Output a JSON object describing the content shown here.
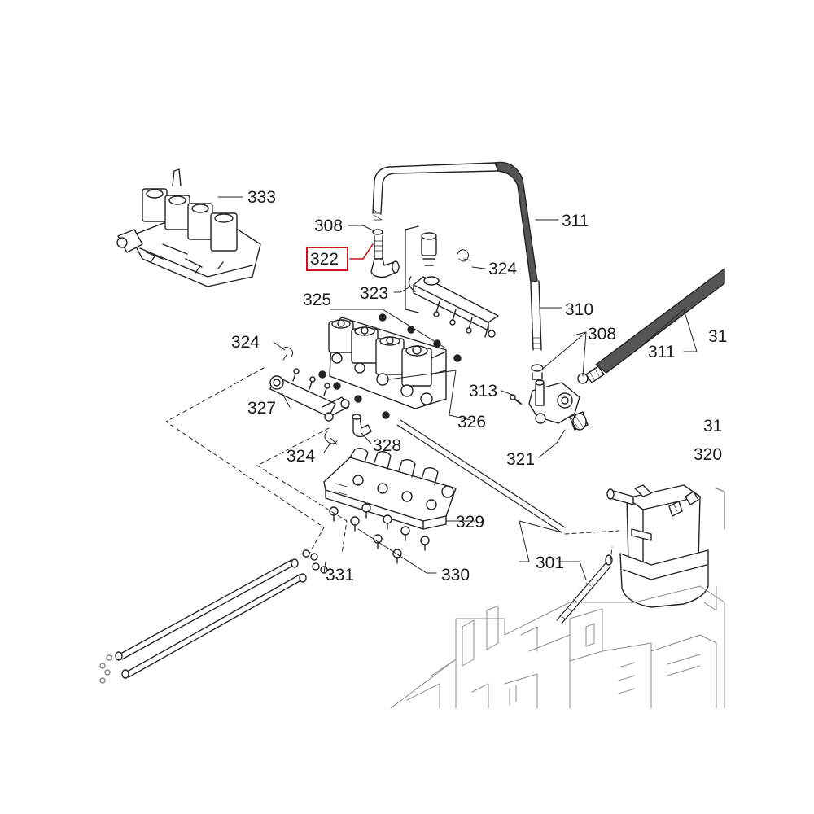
{
  "diagram": {
    "callouts": [
      {
        "id": "333",
        "text": "333"
      },
      {
        "id": "308a",
        "text": "308"
      },
      {
        "id": "311a",
        "text": "311"
      },
      {
        "id": "322",
        "text": "322"
      },
      {
        "id": "324a",
        "text": "324"
      },
      {
        "id": "323",
        "text": "323"
      },
      {
        "id": "325",
        "text": "325"
      },
      {
        "id": "310",
        "text": "310"
      },
      {
        "id": "308b",
        "text": "308"
      },
      {
        "id": "311b",
        "text": "311"
      },
      {
        "id": "324b",
        "text": "324"
      },
      {
        "id": "313",
        "text": "313"
      },
      {
        "id": "327",
        "text": "327"
      },
      {
        "id": "326",
        "text": "326"
      },
      {
        "id": "328",
        "text": "328"
      },
      {
        "id": "324c",
        "text": "324"
      },
      {
        "id": "321",
        "text": "321"
      },
      {
        "id": "329",
        "text": "329"
      },
      {
        "id": "301",
        "text": "301"
      },
      {
        "id": "330",
        "text": "330"
      },
      {
        "id": "331",
        "text": "331"
      },
      {
        "id": "31a",
        "text": "31"
      },
      {
        "id": "31b",
        "text": "31"
      },
      {
        "id": "320",
        "text": "320"
      }
    ],
    "highlight_color": "#d0141e"
  }
}
